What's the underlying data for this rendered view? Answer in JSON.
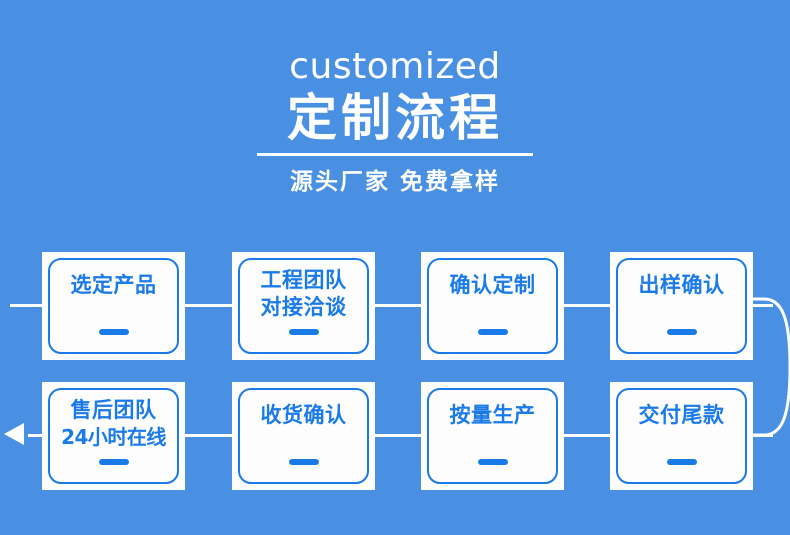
{
  "header": {
    "english_title": "customized",
    "chinese_title": "定制流程",
    "subtitle": "源头厂家  免费拿样"
  },
  "colors": {
    "background": "#4a90e2",
    "card_background": "#fdfdfd",
    "accent": "#1a7ae8",
    "connector": "#ffffff"
  },
  "flow": {
    "row1": [
      {
        "label": "选定产品",
        "lines": 1
      },
      {
        "label_line1": "工程团队",
        "label_line2": "对接洽谈",
        "lines": 2
      },
      {
        "label": "确认定制",
        "lines": 1
      },
      {
        "label": "出样确认",
        "lines": 1
      }
    ],
    "row2": [
      {
        "label_line1": "售后团队",
        "label_line2": "24小时在线",
        "lines": 2
      },
      {
        "label": "收货确认",
        "lines": 1
      },
      {
        "label": "按量生产",
        "lines": 1
      },
      {
        "label": "交付尾款",
        "lines": 1
      }
    ]
  }
}
